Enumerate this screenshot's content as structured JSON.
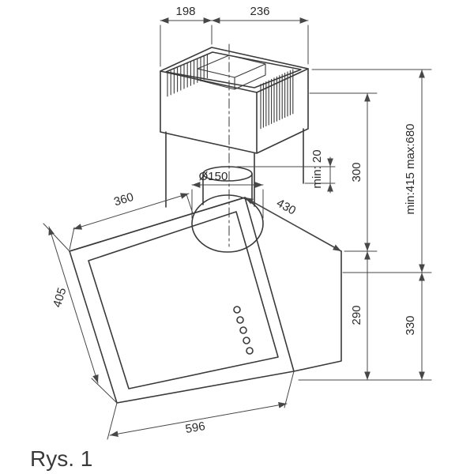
{
  "figure": {
    "label": "Rys. 1"
  },
  "drawing": {
    "subject": "wall-mounted inclined kitchen extractor hood, dimensional diagram"
  },
  "labels": {
    "dim_198": "198",
    "dim_236": "236",
    "dim_360": "360",
    "dim_diameter": "Ø150",
    "dim_430": "430",
    "dim_min20": "min: 20",
    "dim_300": "300",
    "dim_total": "min:415 max:680",
    "dim_290": "290",
    "dim_330": "330",
    "dim_405": "405",
    "dim_596": "596"
  },
  "colors": {
    "object_line": "#3a3a3a",
    "dimension_line": "#474747",
    "text": "#2b2b2b",
    "background": "#ffffff"
  }
}
